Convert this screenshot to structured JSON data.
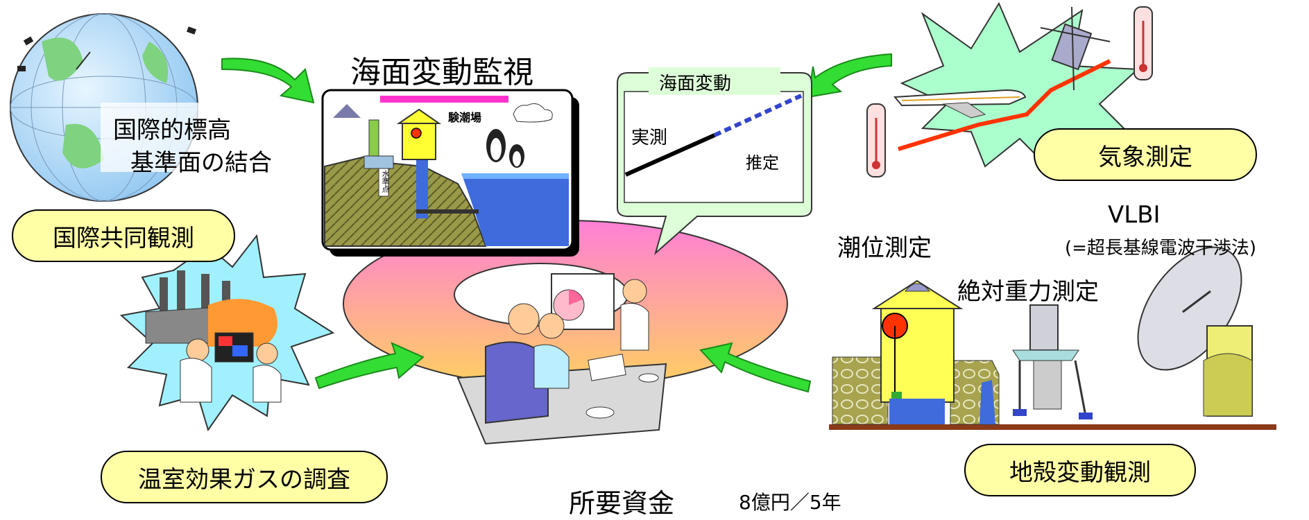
{
  "title": "海面変動監視",
  "globe_caption": [
    "国際的標高",
    "基準面の結合"
  ],
  "callout": {
    "title": "海面変動",
    "measured": "実測",
    "estimated": "推定"
  },
  "tide_station": {
    "name": "験潮場",
    "benchmark": "水準点"
  },
  "pills": {
    "international": "国際共同観測",
    "weather": "気象測定",
    "greenhouse": "温室効果ガスの調査",
    "crustal": "地殻変動観測"
  },
  "crustal_labels": {
    "tide": "潮位測定",
    "gravity": "絶対重力測定",
    "vlbi": "VLBI",
    "vlbi_note": "(=超長基線電波干渉法)"
  },
  "funding": {
    "label": "所要資金",
    "amount": "8億円／5年"
  },
  "colors": {
    "arrow": "#33dd33",
    "pill": "#ffffa6",
    "sea": "#3f6bdc",
    "ground": "#8a8a3c",
    "ring": "#ff88ee"
  }
}
